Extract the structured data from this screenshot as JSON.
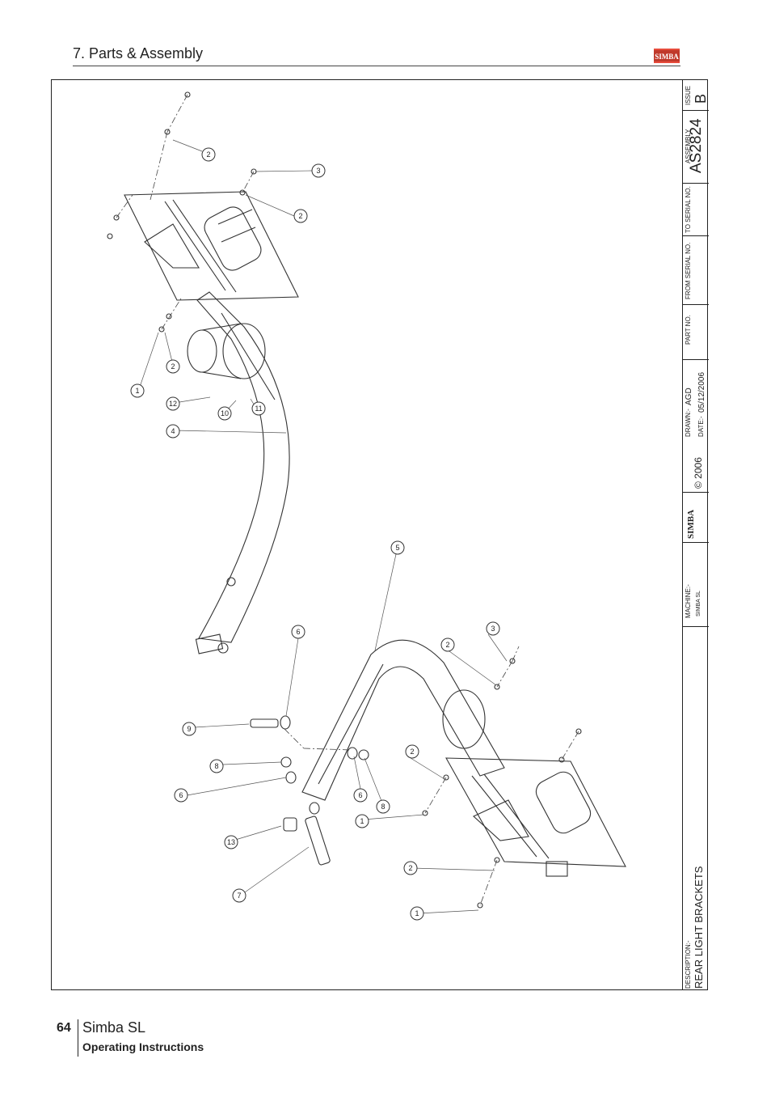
{
  "header": {
    "section_title": "7. Parts & Assembly",
    "logo_text": "SIMBA"
  },
  "title_block": {
    "description_label": "DESCRIPTION:-",
    "description": "REAR LIGHT BRACKETS",
    "machine_label": "MACHINE:-",
    "machine": "SIMBA SL",
    "brand": "SIMBA",
    "copyright": "© 2006",
    "drawn_label": "DRAWN:-",
    "drawn": "AGD",
    "date_label": "DATE:-",
    "date": "05/12/2006",
    "part_no_label": "PART NO.",
    "from_serial_label": "FROM SERIAL NO.",
    "to_serial_label": "TO SERIAL NO.",
    "assembly_label": "ASSEMBLY",
    "assembly": "AS2824",
    "issue_label": "ISSUE",
    "issue": "B"
  },
  "balloons": [
    "2",
    "3",
    "2",
    "2",
    "1",
    "12",
    "10",
    "11",
    "4",
    "5",
    "6",
    "3",
    "2",
    "9",
    "2",
    "8",
    "6",
    "6",
    "8",
    "1",
    "13",
    "7",
    "2",
    "1"
  ],
  "footer": {
    "page_number": "64",
    "title": "Simba SL",
    "subtitle": "Operating Instructions"
  }
}
